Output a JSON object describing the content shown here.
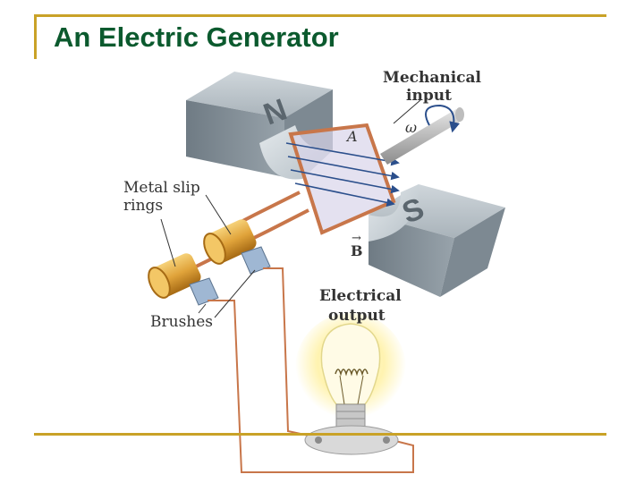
{
  "slide": {
    "title": "An Electric Generator"
  },
  "diagram": {
    "labels": {
      "mechanical_input_line1": "Mechanical",
      "mechanical_input_line2": "input",
      "omega": "ω",
      "area": "A",
      "field": "B",
      "field_arrow": "→",
      "slip_rings_line1": "Metal slip",
      "slip_rings_line2": "rings",
      "brushes": "Brushes",
      "electrical_output_line1": "Electrical",
      "electrical_output_line2": "output",
      "magnet_north": "N",
      "magnet_south": "S"
    },
    "colors": {
      "title": "#0b5a2e",
      "accent_line": "#c9a227",
      "magnet_gray": "#8e9aa3",
      "loop_copper": "#c8764a",
      "slip_ring_gold": "#e0a33a",
      "field_lines": "#2b4f8c",
      "bulb_glow": "#fff3b0"
    }
  }
}
